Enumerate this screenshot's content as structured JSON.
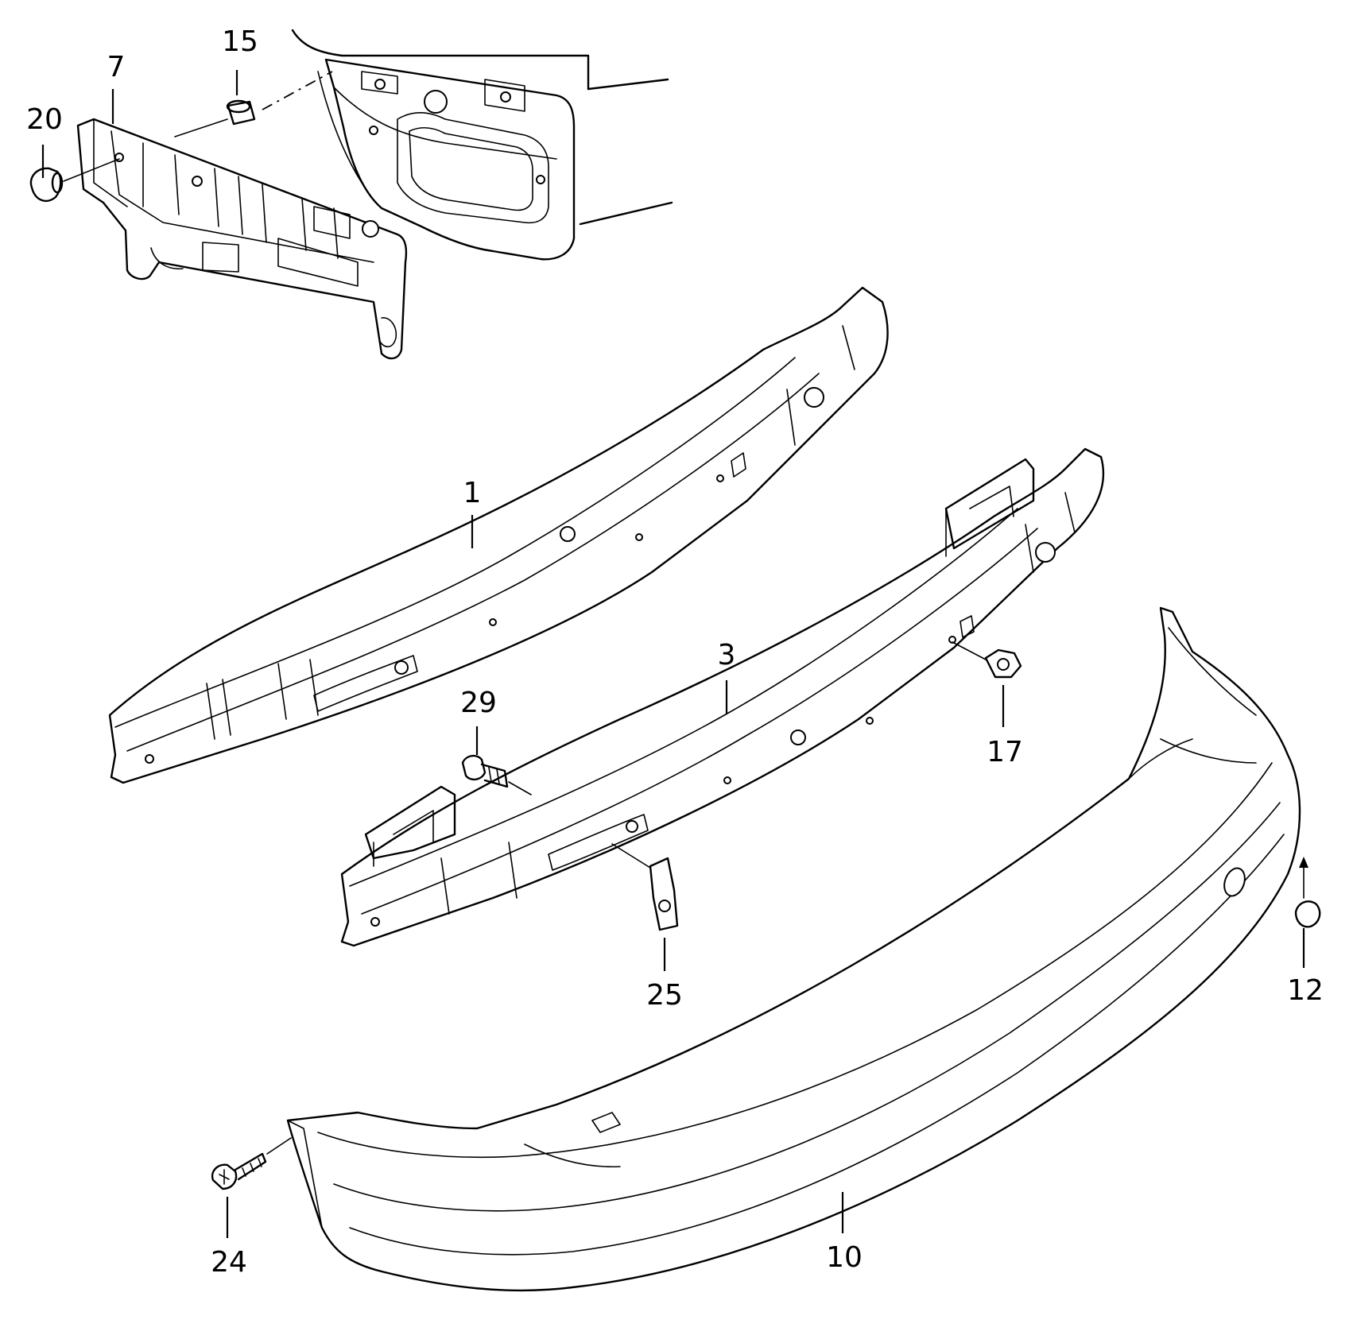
{
  "callouts": {
    "p1": "1",
    "p3": "3",
    "p7": "7",
    "p10": "10",
    "p12": "12",
    "p15": "15",
    "p17": "17",
    "p20": "20",
    "p24": "24",
    "p25": "25",
    "p29": "29"
  }
}
